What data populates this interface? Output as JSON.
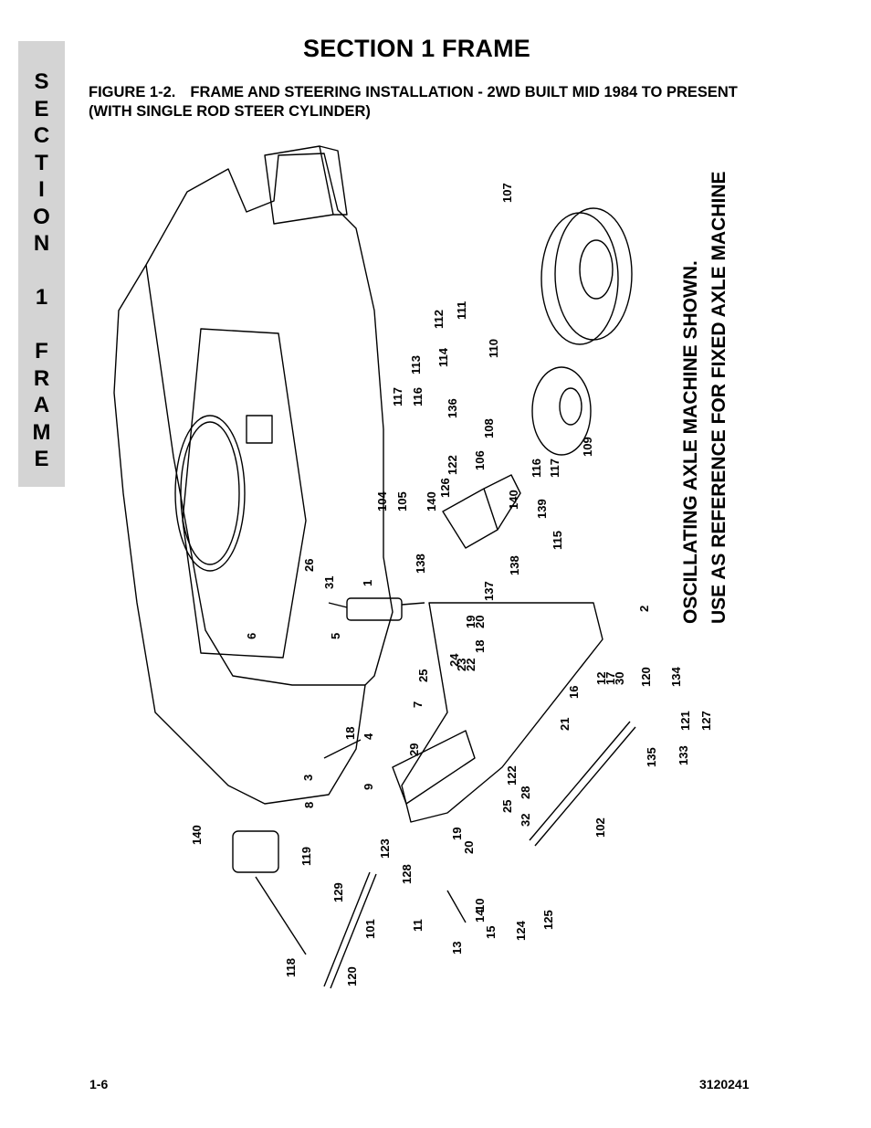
{
  "side_tab": {
    "letters": [
      "S",
      "E",
      "C",
      "T",
      "I",
      "O",
      "N",
      "",
      "1",
      "",
      "F",
      "R",
      "A",
      "M",
      "E"
    ]
  },
  "header": {
    "section_title": "SECTION 1  FRAME"
  },
  "figure": {
    "label": "FIGURE 1-2.",
    "title": "FRAME AND STEERING INSTALLATION - 2WD BUILT MID 1984 TO PRESENT (WITH SINGLE ROD STEER CYLINDER)"
  },
  "diagram_note": {
    "line1": "OSCILLATING AXLE MACHINE SHOWN.",
    "line2": "USE AS REFERENCE FOR FIXED AXLE MACHINE"
  },
  "callouts": [
    "107",
    "112",
    "111",
    "110",
    "113",
    "114",
    "117",
    "116",
    "136",
    "108",
    "106",
    "122",
    "109",
    "116",
    "117",
    "126",
    "104",
    "105",
    "140",
    "140",
    "139",
    "115",
    "138",
    "138",
    "137",
    "26",
    "31",
    "1",
    "2",
    "20",
    "19",
    "18",
    "24",
    "23",
    "22",
    "12",
    "17",
    "30",
    "16",
    "21",
    "25",
    "7",
    "6",
    "5",
    "18",
    "4",
    "3",
    "9",
    "8",
    "29",
    "122",
    "28",
    "25",
    "32",
    "19",
    "20",
    "120",
    "134",
    "121",
    "127",
    "133",
    "135",
    "102",
    "140",
    "119",
    "123",
    "129",
    "128",
    "101",
    "11",
    "10",
    "14",
    "15",
    "13",
    "124",
    "125",
    "118",
    "120"
  ],
  "footer": {
    "page_number": "1-6",
    "doc_number": "3120241"
  }
}
